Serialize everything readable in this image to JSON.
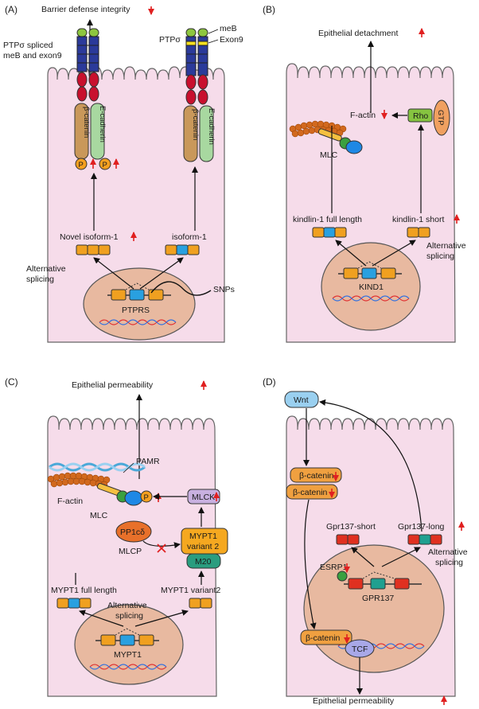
{
  "colors": {
    "cell_fill": "#f6dcea",
    "cell_stroke": "#555555",
    "nucleus_fill": "#e8b9a0",
    "exon_orange": "#f0a020",
    "exon_blue": "#29a0e0",
    "exon_red": "#e03020",
    "exon_teal": "#20a090",
    "up_down_arrow": "#e02020",
    "actin": "#d2691e",
    "green_box": "#86c440",
    "brown_box": "#c9985a",
    "light_green_box": "#a8d8a0",
    "lavender": "#c8b0e0",
    "wnt_blue": "#9ad0f0"
  },
  "panel_a": {
    "tag": "(A)",
    "top_label": "Barrier defense integrity",
    "left_receptor_label_1": "PTPσ spliced",
    "left_receptor_label_2": "meB and exon9",
    "right_receptor_label_1": "meB",
    "right_receptor_label_2": "Exon9",
    "right_receptor_name": "PTPσ",
    "beta_catenin": "β-catenin",
    "e_cadherin": "E-cadherin",
    "phospho": "P",
    "novel_isoform": "Novel isoform-1",
    "isoform": "isoform-1",
    "alt_splicing_1": "Alternative",
    "alt_splicing_2": "splicing",
    "gene": "PTPRS",
    "snps": "SNPs"
  },
  "panel_b": {
    "tag": "(B)",
    "top_label": "Epithelial detachment",
    "factin": "F-actin",
    "rho": "Rho",
    "gtp": "GTP",
    "mlc": "MLC",
    "kindlin_full": "kindlin-1 full length",
    "kindlin_short": "kindlin-1 short",
    "alt_splicing_1": "Alternative",
    "alt_splicing_2": "splicing",
    "gene": "KIND1"
  },
  "panel_c": {
    "tag": "(C)",
    "top_label": "Epithelial permeability",
    "pamr": "PAMR",
    "factin": "F-actin",
    "mlc": "MLC",
    "phospho": "P",
    "mlck": "MLCK",
    "pp1": "PP1cδ",
    "mlcp": "MLCP",
    "mypt_variant_box_1": "MYPT1",
    "mypt_variant_box_2": "variant 2",
    "m20": "M20",
    "mypt_full": "MYPT1 full length",
    "mypt_variant": "MYPT1 variant2",
    "alt_splicing_1": "Alternative",
    "alt_splicing_2": "splicing",
    "gene": "MYPT1"
  },
  "panel_d": {
    "tag": "(D)",
    "wnt": "Wnt",
    "beta_catenin": "β-catenin",
    "gpr_short": "Gpr137-short",
    "gpr_long": "Gpr137-long",
    "alt_splicing_1": "Alternative",
    "alt_splicing_2": "splicing",
    "esrp": "ESRP1",
    "gene": "GPR137",
    "tcf": "TCF",
    "bottom_label": "Epithelial permeability"
  }
}
